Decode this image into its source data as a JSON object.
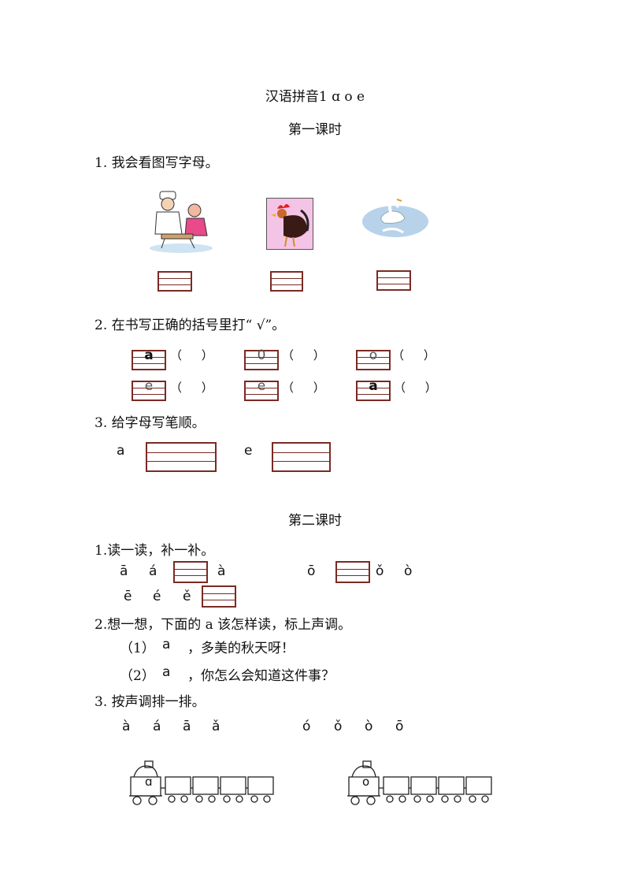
{
  "title": "汉语拼音1 ɑ o e",
  "lesson1": {
    "heading": "第一课时",
    "q1": "1. 我会看图写字母。",
    "q2": "2. 在书写正确的括号里打“ √”。",
    "q2_items": [
      {
        "letter": "a",
        "paren": "（ ）"
      },
      {
        "letter": "0",
        "paren": "（ ）"
      },
      {
        "letter": "o",
        "paren": "（ ）"
      },
      {
        "letter": "e",
        "paren": "（ ）"
      },
      {
        "letter": "e",
        "paren": "（ ）"
      },
      {
        "letter": "a",
        "paren": "（ ）"
      }
    ],
    "q3": "3. 给字母写笔顺。",
    "q3_letters": [
      "a",
      "e"
    ]
  },
  "lesson2": {
    "heading": "第二课时",
    "q1": "1.读一读，补一补。",
    "row1a": [
      "ā",
      "á",
      "à"
    ],
    "row1b": [
      "ō",
      "ǒ",
      "ò"
    ],
    "row2": [
      "ē",
      "é",
      "ě"
    ],
    "q2": "2.想一想，下面的 a 该怎样读，标上声调。",
    "q2_lines": [
      {
        "num": "（1）",
        "letter": "a",
        "rest": "，多美的秋天呀！"
      },
      {
        "num": "（2）",
        "letter": "a",
        "rest": "，你怎么会知道这件事？"
      }
    ],
    "q3": "3. 按声调排一排。",
    "q3_left": [
      "à",
      "á",
      "ā",
      "ǎ"
    ],
    "q3_right": [
      "ó",
      "ǒ",
      "ò",
      "ō"
    ],
    "train_left_letter": "ɑ",
    "train_right_letter": "o"
  }
}
